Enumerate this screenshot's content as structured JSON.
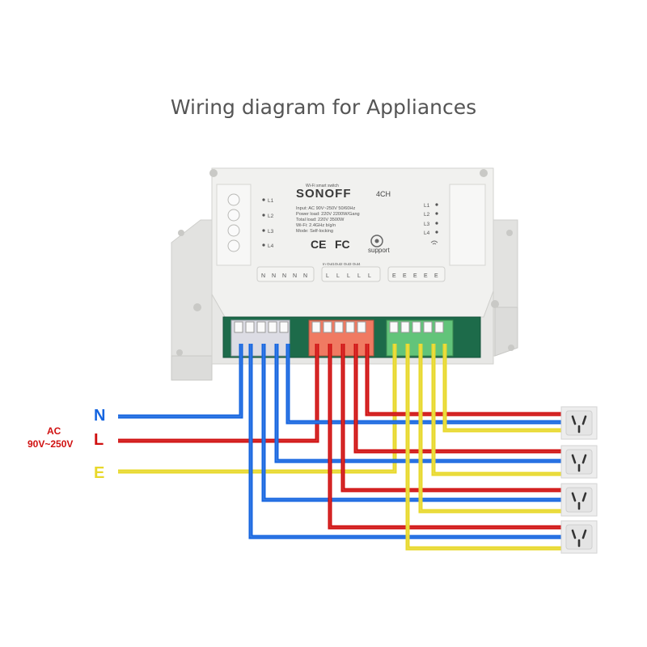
{
  "title": "Wiring diagram for Appliances",
  "device": {
    "tagline": "Wi-Fi smart switch",
    "brand": "SONOFF",
    "model": "4CH",
    "specs": [
      "Input: AC 90V~250V 50/60Hz",
      "Power load: 220V 2200W/Gang",
      "Total load: 220V 3500W",
      "Wi-Fi: 2.4GHz b/g/n",
      "Mode: Self-locking"
    ],
    "left_indicators": [
      "L1",
      "L2",
      "L3",
      "L4"
    ],
    "right_indicators": [
      "L1",
      "L2",
      "L3",
      "L4"
    ],
    "cert_ce": "CE",
    "cert_fc": "FC",
    "support": "support",
    "n_terminals": [
      "N",
      "N",
      "N",
      "N",
      "N"
    ],
    "l_terminals": [
      "L",
      "L",
      "L",
      "L",
      "L"
    ],
    "l_header": "In  Out1Out2 Out3 Out4",
    "e_terminals": [
      "E",
      "E",
      "E",
      "E",
      "E"
    ]
  },
  "supply": {
    "n_label": "N",
    "l_label": "L",
    "e_label": "E",
    "ac_label": "AC",
    "voltage_label": "90V~250V"
  },
  "colors": {
    "neutral": "#1565e0",
    "live": "#d01010",
    "earth": "#e8d82a",
    "n_block": "#dcdce4",
    "l_block": "#f07a62",
    "e_block": "#62c47a",
    "pcb": "#1d6b4a",
    "housing": "#efefed"
  },
  "sockets": [
    "socket-1",
    "socket-2",
    "socket-3",
    "socket-4"
  ]
}
